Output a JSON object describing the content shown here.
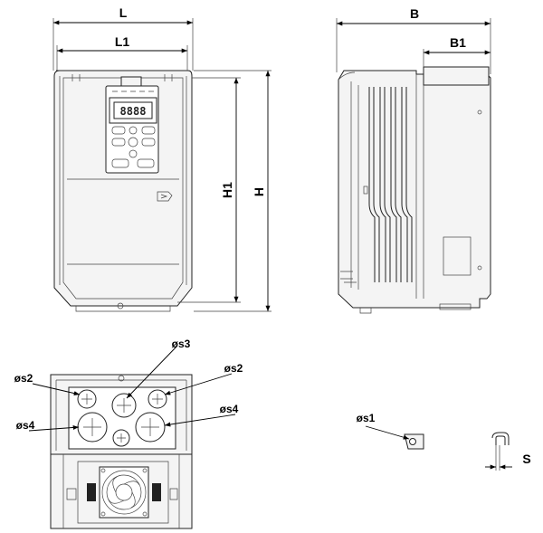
{
  "dimensions": {
    "L": "L",
    "L1": "L1",
    "H": "H",
    "H1": "H1",
    "B": "B",
    "B1": "B1",
    "S": "S"
  },
  "holes": {
    "s1": "øs1",
    "s2_left": "øs2",
    "s2_right": "øs2",
    "s3": "øs3",
    "s4_left": "øs4",
    "s4_right": "øs4"
  }
}
